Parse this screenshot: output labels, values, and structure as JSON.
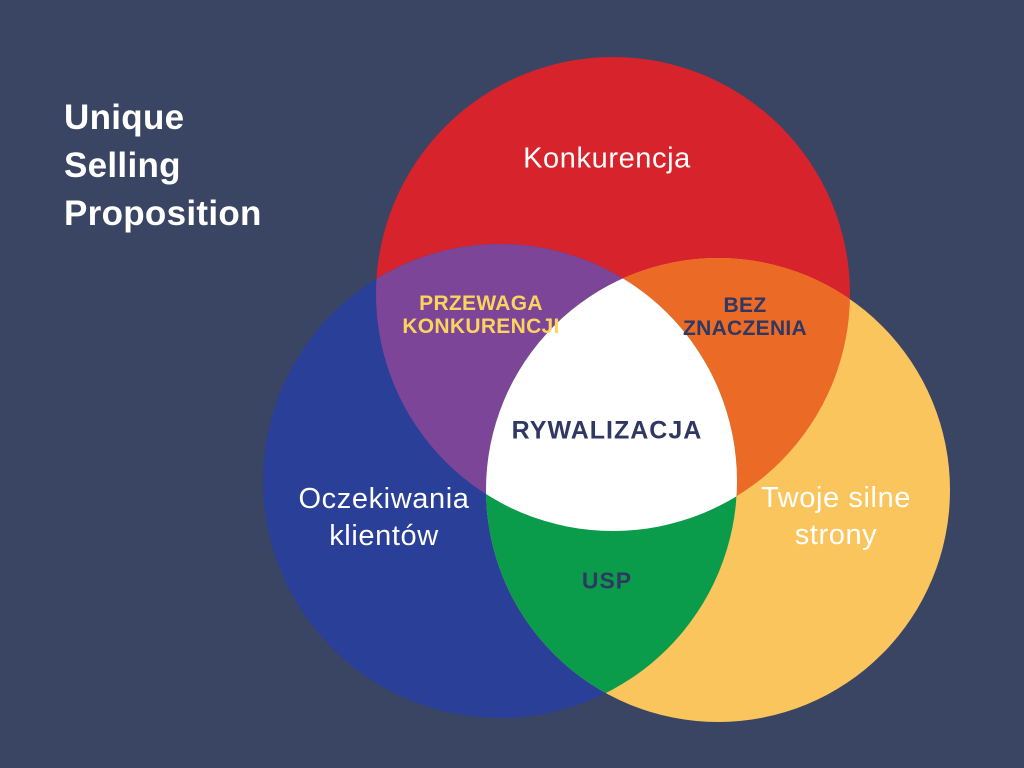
{
  "page": {
    "background_color": "#3a4563"
  },
  "title": {
    "text": "Unique\nSelling\nProposition",
    "color": "#ffffff"
  },
  "venn": {
    "type": "venn3",
    "circles": [
      {
        "name": "konkurencja",
        "label": "Konkurencja",
        "color": "#d7232c",
        "position": "top"
      },
      {
        "name": "oczekiwania-klientow",
        "label": "Oczekiwania\nklientów",
        "color": "#2a3f97",
        "position": "bottom-left"
      },
      {
        "name": "twoje-silne-strony",
        "label": "Twoje silne\nstrony",
        "color": "#fbc55d",
        "position": "bottom-right"
      }
    ],
    "overlaps": [
      {
        "name": "przewaga-konkurencji",
        "label": "PRZEWAGA\nKONKURENCJI",
        "between": [
          "Konkurencja",
          "Oczekiwania klientów"
        ],
        "color": "#7c4598",
        "text_color": "#fbd35f"
      },
      {
        "name": "bez-znaczenia",
        "label": "BEZ\nZNACZENIA",
        "between": [
          "Konkurencja",
          "Twoje silne strony"
        ],
        "color": "#eb6a26",
        "text_color": "#2e3862"
      },
      {
        "name": "usp",
        "label": "USP",
        "between": [
          "Oczekiwania klientów",
          "Twoje silne strony"
        ],
        "color": "#0a9c4b",
        "text_color": "#2e3862"
      },
      {
        "name": "rywalizacja",
        "label": "RYWALIZACJA",
        "between": [
          "Konkurencja",
          "Oczekiwania klientów",
          "Twoje silne strony"
        ],
        "color": "#ffffff",
        "text_color": "#2e3862"
      }
    ]
  }
}
